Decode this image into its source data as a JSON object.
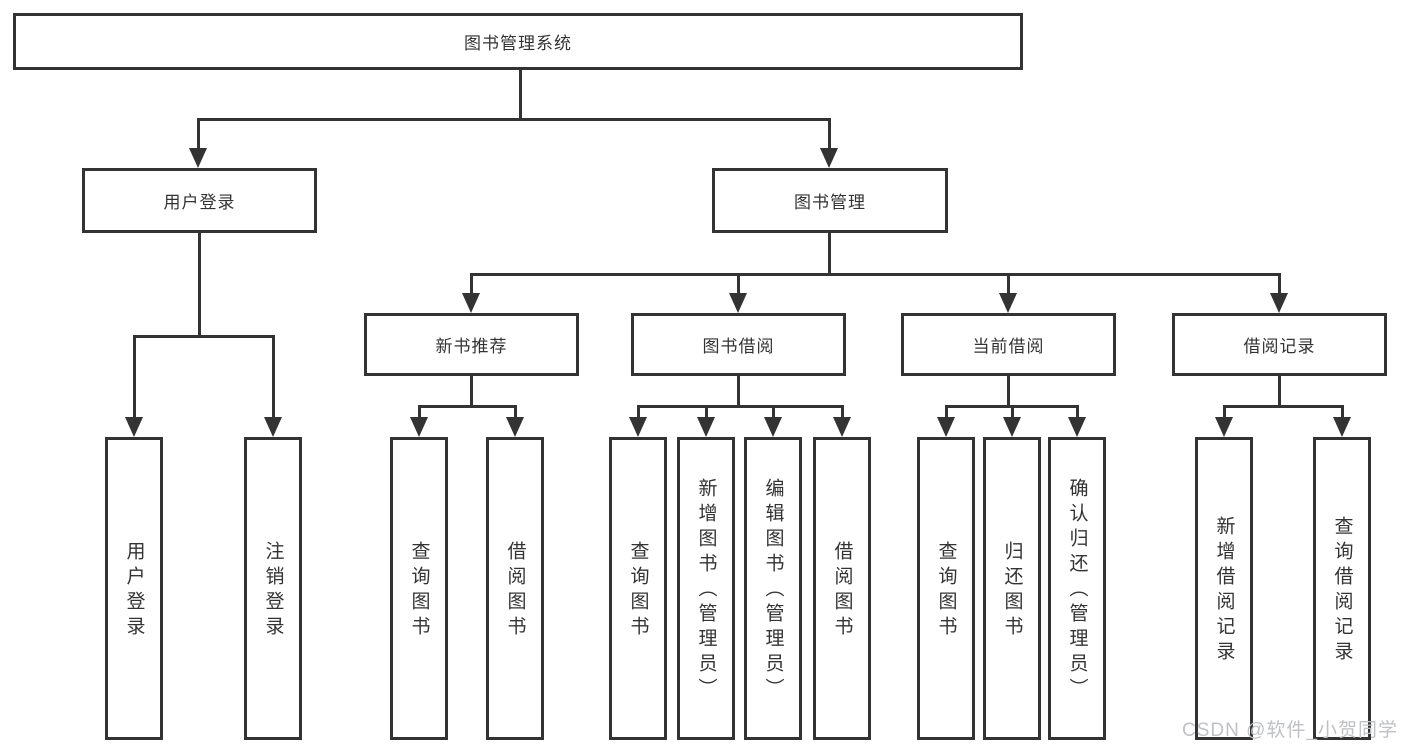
{
  "nodes": {
    "root": "图书管理系统",
    "level2": [
      "用户登录",
      "图书管理"
    ],
    "level3": [
      "新书推荐",
      "图书借阅",
      "当前借阅",
      "借阅记录"
    ],
    "leaves": [
      "用户登录",
      "注销登录",
      "查询图书",
      "借阅图书",
      "查询图书",
      "新增图书（管理员）",
      "编辑图书（管理员）",
      "借阅图书",
      "查询图书",
      "归还图书",
      "确认归还（管理员）",
      "新增借阅记录",
      "查询借阅记录"
    ]
  },
  "watermark": "CSDN @软件_小贺同学",
  "colors": {
    "line": "#333333",
    "text": "#333333",
    "watermark": "#bfc1c4",
    "background": "#ffffff"
  }
}
